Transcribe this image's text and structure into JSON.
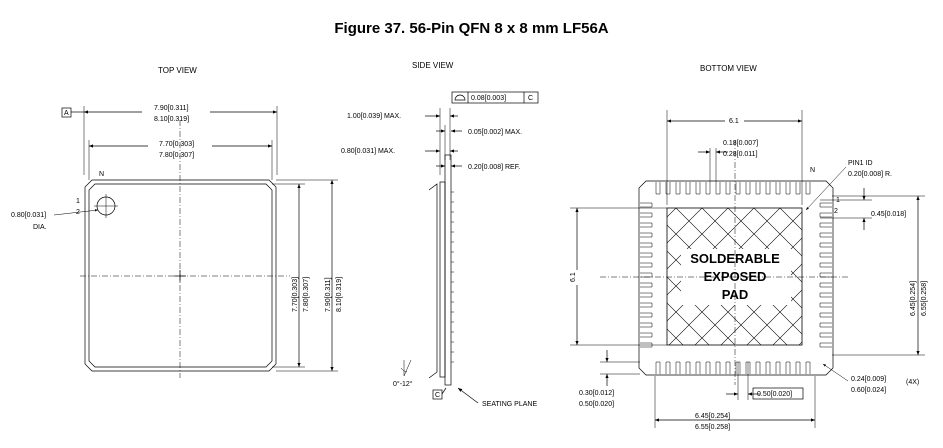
{
  "figure_title": "Figure 37.  56-Pin QFN 8 x 8 mm LF56A",
  "views": {
    "top": "TOP VIEW",
    "side": "SIDE VIEW",
    "bottom": "BOTTOM VIEW"
  },
  "top_view": {
    "datum": "A",
    "dim_outer_w1": "7.90[0.311]",
    "dim_outer_w2": "8.10[0.319]",
    "dim_inner_w1": "7.70[0.303]",
    "dim_inner_w2": "7.80[0.307]",
    "pin_n": "N",
    "pin_1": "1",
    "pin_2": "2",
    "dia_1": "0.80[0.031]",
    "dia_2": "DIA.",
    "dim_inner_h1": "7.70[0.303]",
    "dim_inner_h2": "7.80[0.307]",
    "dim_outer_h1": "7.90[0.311]",
    "dim_outer_h2": "8.10[0.319]"
  },
  "side_view": {
    "flatness": "0.08[0.003]",
    "flatness_datum": "C",
    "max_1": "1.00[0.039] MAX.",
    "max_2": "0.05[0.002] MAX.",
    "max_3": "0.80[0.031] MAX.",
    "ref": "0.20[0.008] REF.",
    "angle": "0°-12°",
    "datum": "C",
    "seating": "SEATING PLANE"
  },
  "bottom_view": {
    "pad_w": "6.1",
    "pad_h": "6.1",
    "lead_w1": "0.18[0.007]",
    "lead_w2": "0.28[0.011]",
    "pin_n": "N",
    "pin1_id_1": "PIN1 ID",
    "pin1_id_2": "0.20[0.008] R.",
    "pin_1": "1",
    "pin_2": "2",
    "offset": "0.45[0.018]",
    "pad_text_1": "SOLDERABLE",
    "pad_text_2": "EXPOSED",
    "pad_text_3": "PAD",
    "dim_right_1": "6.45[0.254]",
    "dim_right_2": "6.55[0.258]",
    "lead_len_1": "0.30[0.012]",
    "lead_len_2": "0.50[0.020]",
    "pitch": "0.50[0.020]",
    "corner_1": "0.24[0.009]",
    "corner_2": "0.60[0.024]",
    "corner_count": "(4X)",
    "dim_bottom_1": "6.45[0.254]",
    "dim_bottom_2": "6.55[0.258]"
  }
}
